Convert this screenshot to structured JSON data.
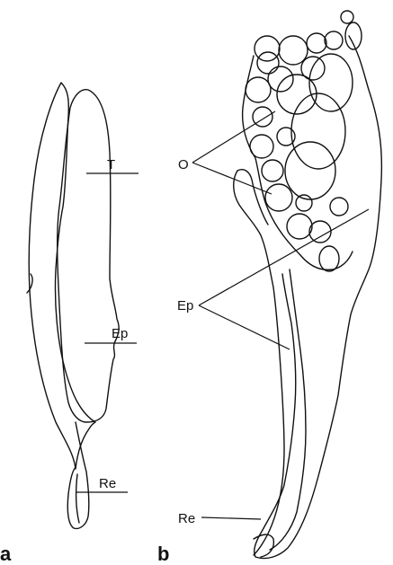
{
  "panel_a": {
    "panel_label": "a",
    "labels": {
      "testis": "T",
      "epididymis": "Ep",
      "rete": "Re"
    }
  },
  "panel_b": {
    "panel_label": "b",
    "labels": {
      "oocytes": "O",
      "epididymis": "Ep",
      "rete": "Re"
    }
  },
  "colors": {
    "ink": "#111111",
    "background": "#ffffff"
  }
}
